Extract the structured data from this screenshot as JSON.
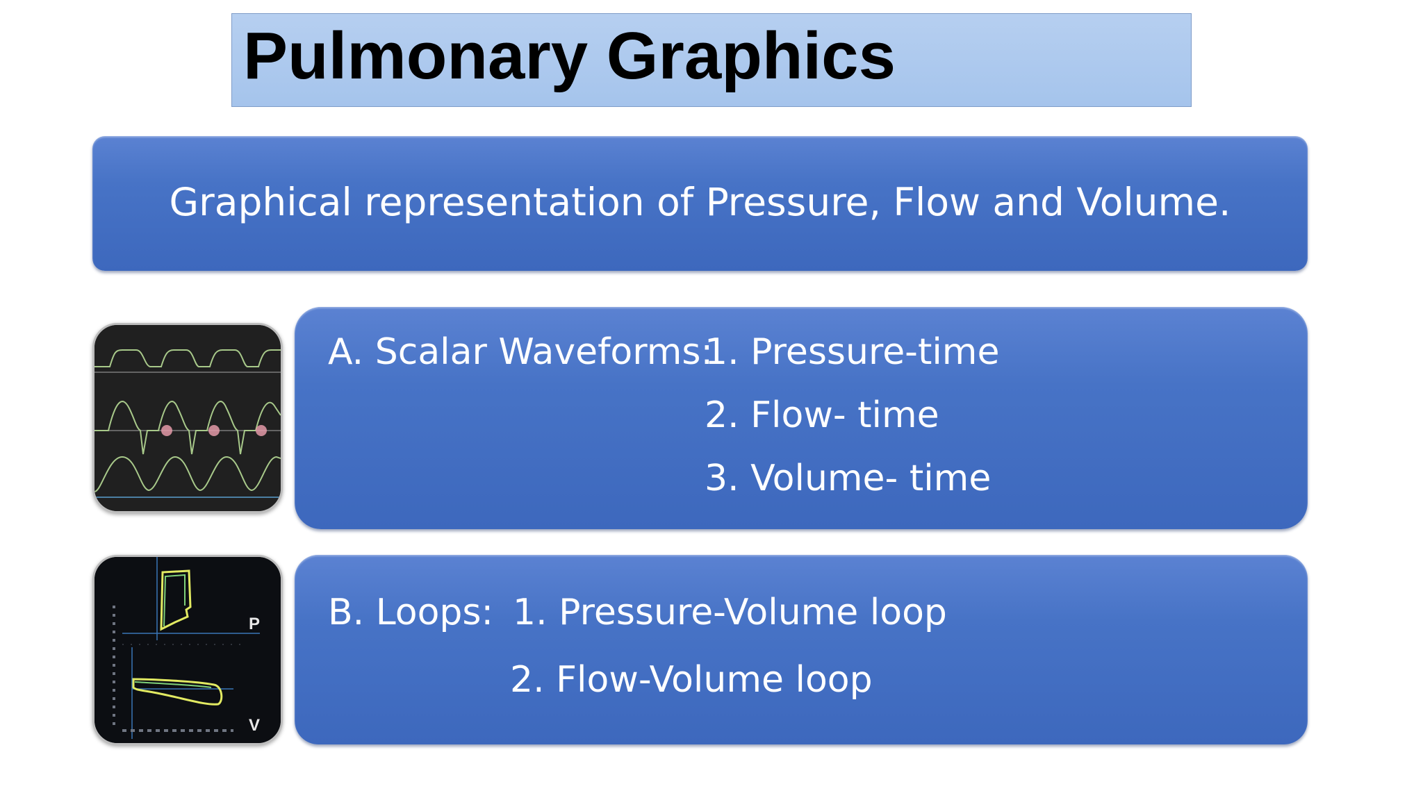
{
  "slide": {
    "title": "Pulmonary Graphics",
    "subtitle": "Graphical representation of Pressure, Flow and Volume.",
    "scalar": {
      "label": "A. Scalar Waveforms:",
      "items": [
        "1. Pressure-time",
        "2. Flow- time",
        "3. Volume- time"
      ]
    },
    "loops": {
      "label": "B. Loops:",
      "items": [
        "1. Pressure-Volume loop",
        "2. Flow-Volume loop"
      ]
    },
    "loop_axis_labels": {
      "p": "P",
      "v": "V"
    }
  },
  "colors": {
    "title_bg": "#a5c4ec",
    "box_blue": "#4773c6",
    "text_white": "#ffffff",
    "waveform_green": "#9fc87a",
    "loop_yellow": "#e2ea62",
    "loop_green": "#7fd17a"
  }
}
